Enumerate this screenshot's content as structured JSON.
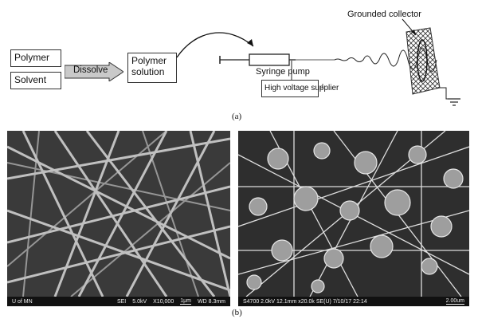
{
  "diagram": {
    "polymer": "Polymer",
    "solvent": "Solvent",
    "dissolve": "Dissolve",
    "polymer_solution_line1": "Polymer",
    "polymer_solution_line2": "solution",
    "syringe_pump": "Syringe pump",
    "high_voltage": "High voltage supplier",
    "grounded_collector": "Grounded collector",
    "caption_a": "(a)"
  },
  "sem_left": {
    "bar": [
      "U of MN",
      "SEI",
      "5.0kV",
      "X10,000",
      "1μm",
      "WD 8.3mm"
    ]
  },
  "sem_right": {
    "bar": [
      "S4700 2.0kV 12.1mm x20.0k SE(U) 7/10/17 22:14",
      "2.00um"
    ]
  },
  "caption_b": "(b)"
}
